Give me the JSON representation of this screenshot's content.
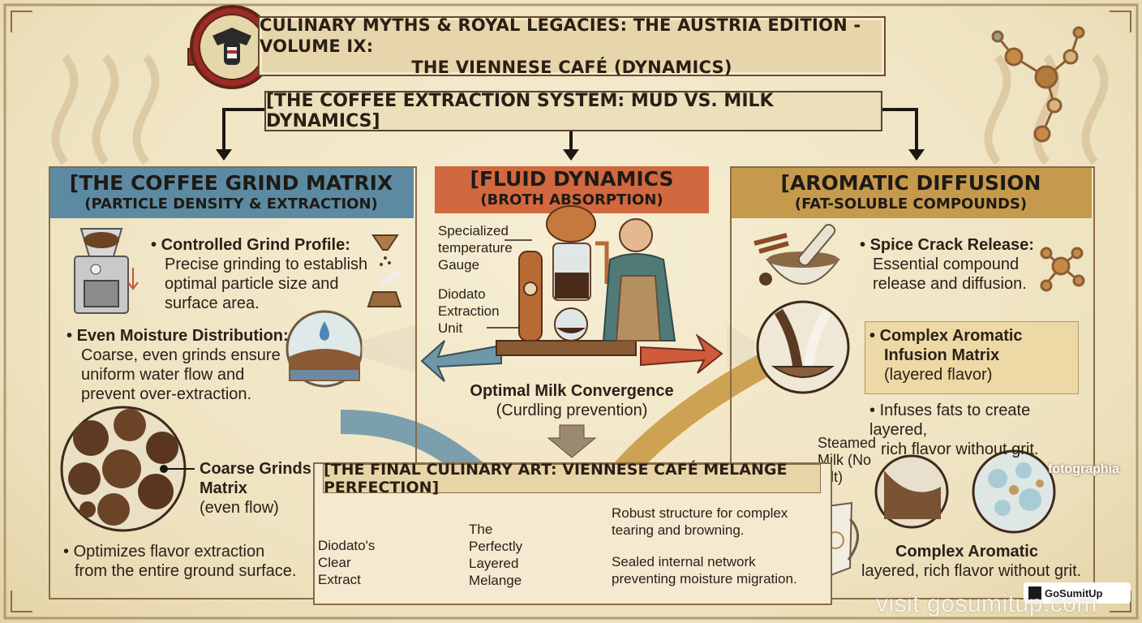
{
  "header": {
    "title_line1": "CULINARY MYTHS & ROYAL LEGACIES: THE AUSTRIA EDITION - VOLUME IX:",
    "title_line2": "THE VIENNESE CAFÉ (DYNAMICS)",
    "subtitle": "[THE COFFEE EXTRACTION SYSTEM: MUD VS. MILK DYNAMICS]"
  },
  "colors": {
    "grind_panel": "#5d8aa3",
    "fluid_panel": "#d2683f",
    "aroma_panel": "#c59a4c",
    "blue_flow": "#6e97a8",
    "gold_flow": "#c99a45",
    "border": "#8a6a45"
  },
  "left_panel": {
    "title": "[THE COFFEE GRIND MATRIX",
    "subtitle": "(PARTICLE DENSITY & EXTRACTION)",
    "bullet1_title": "Controlled Grind Profile:",
    "bullet1_text": [
      "Precise grinding to establish",
      "optimal particle size and",
      "surface area."
    ],
    "bullet2_title": "Even Moisture Distribution:",
    "bullet2_text": [
      "Coarse, even grinds ensure",
      "uniform water flow and",
      "prevent over-extraction."
    ],
    "matrix_title": [
      "Coarse Grinds",
      "Matrix"
    ],
    "matrix_sub": "(even flow)",
    "bullet3_text": [
      "Optimizes flavor extraction",
      "from the entire ground surface."
    ]
  },
  "center_panel": {
    "title": "[FLUID DYNAMICS",
    "subtitle": "(BROTH ABSORPTION)",
    "gauge_label": [
      "Specialized",
      "temperature",
      "Gauge"
    ],
    "unit_label": [
      "Diodato",
      "Extraction",
      "Unit"
    ],
    "convergence_title": "Optimal Milk Convergence",
    "convergence_sub": "(Curdling prevention)"
  },
  "right_panel": {
    "title": "[AROMATIC DIFFUSION",
    "subtitle": "(FAT-SOLUBLE COMPOUNDS)",
    "bullet1_title": "Spice Crack Release:",
    "bullet1_text": [
      "Essential compound",
      "release and diffusion."
    ],
    "box_title": [
      "Complex Aromatic",
      "Infusion Matrix"
    ],
    "box_sub": "(layered flavor)",
    "bullet2_text": [
      "Infuses fats to create layered,",
      "rich flavor without grit."
    ],
    "milk_label": [
      "Steamed",
      "Milk (No",
      "Silt)"
    ],
    "bottom_title": "Complex Aromatic",
    "bottom_text": "layered, rich flavor without grit."
  },
  "final": {
    "title": "[THE FINAL CULINARY ART: VIENNESE CAFÉ MELANGE PERFECTION]",
    "pot_label": [
      "Diodato's",
      "Clear",
      "Extract"
    ],
    "melange_label": [
      "The",
      "Perfectly",
      "Layered",
      "Melange"
    ],
    "text1": [
      "Robust structure for complex",
      "tearing and browning."
    ],
    "text2": [
      "Sealed internal network",
      "preventing moisture migration."
    ]
  },
  "watermarks": {
    "site": "visit gosumitup.com",
    "logo": "GoSumitUp",
    "foto": "fotographia"
  }
}
